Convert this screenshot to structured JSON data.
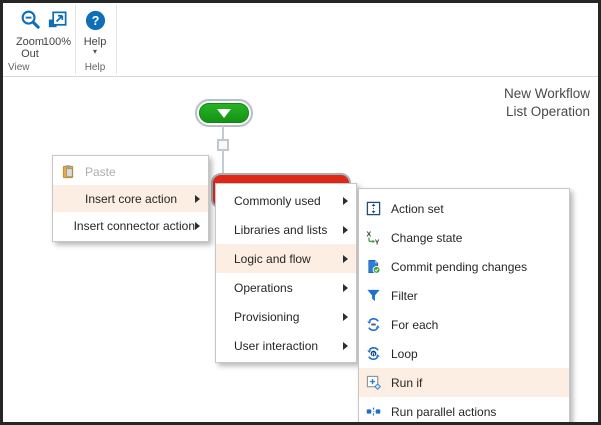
{
  "ribbon": {
    "buttons": [
      {
        "label": "Zoom Out",
        "icon": "zoom-out-icon"
      },
      {
        "label": "100%",
        "icon": "actual-size-icon"
      },
      {
        "label": "Help",
        "icon": "help-icon",
        "dropdown": "▾"
      }
    ],
    "groups": [
      {
        "label": "View"
      },
      {
        "label": "Help"
      }
    ]
  },
  "workflow": {
    "title": "New Workflow",
    "subtitle": "List Operation",
    "start_node_icon": "start-triangle-icon"
  },
  "context_menu": {
    "items": [
      {
        "label": "Paste",
        "icon": "paste-icon",
        "disabled": true
      },
      {
        "label": "Insert core action",
        "submenu": true,
        "highlighted": true
      },
      {
        "label": "Insert connector action",
        "submenu": true
      }
    ]
  },
  "category_menu": {
    "items": [
      {
        "label": "Commonly used",
        "submenu": true
      },
      {
        "label": "Libraries and lists",
        "submenu": true
      },
      {
        "label": "Logic and flow",
        "submenu": true,
        "highlighted": true
      },
      {
        "label": "Operations",
        "submenu": true
      },
      {
        "label": "Provisioning",
        "submenu": true
      },
      {
        "label": "User interaction",
        "submenu": true
      }
    ]
  },
  "action_menu": {
    "items": [
      {
        "label": "Action set",
        "icon": "action-set-icon"
      },
      {
        "label": "Change state",
        "icon": "change-state-icon"
      },
      {
        "label": "Commit pending changes",
        "icon": "commit-pending-changes-icon"
      },
      {
        "label": "Filter",
        "icon": "filter-icon"
      },
      {
        "label": "For each",
        "icon": "for-each-icon"
      },
      {
        "label": "Loop",
        "icon": "loop-icon"
      },
      {
        "label": "Run if",
        "icon": "run-if-icon",
        "highlighted": true
      },
      {
        "label": "Run parallel actions",
        "icon": "run-parallel-actions-icon"
      }
    ]
  },
  "colors": {
    "ribbon_icon_blue": "#0e6eb8",
    "menu_icon_blue": "#1c6fce",
    "start_green": "#1dab1d",
    "insertion_red": "#e02817",
    "menu_highlight": "#fceee2",
    "frame_border": "#262626"
  }
}
